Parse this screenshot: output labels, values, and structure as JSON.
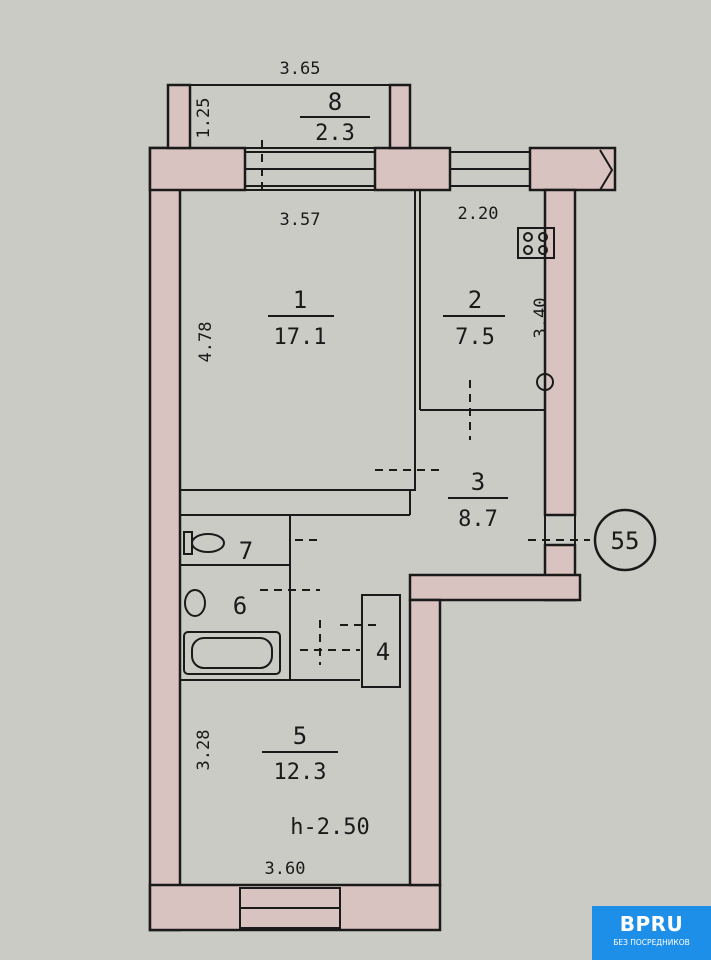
{
  "plan": {
    "balcony_width": "3.65",
    "balcony_depth": "1.25",
    "rooms": [
      {
        "number": "1",
        "area": "17.1",
        "width": "3.57",
        "length": "4.78"
      },
      {
        "number": "2",
        "area": "7.5",
        "width": "2.20",
        "length": "3.40"
      },
      {
        "number": "3",
        "area": "8.7"
      },
      {
        "number": "4"
      },
      {
        "number": "5",
        "area": "12.3",
        "width": "3.60",
        "length": "3.28"
      },
      {
        "number": "6"
      },
      {
        "number": "7"
      },
      {
        "number": "8",
        "area": "2.3"
      }
    ],
    "ceiling_height": "h-2.50",
    "apartment_number": "55"
  },
  "logo": {
    "title": "BPRU",
    "subtitle": "БЕЗ ПОСРЕДНИКОВ"
  },
  "colors": {
    "wall_fill": "#d9c3c0",
    "line": "#1a1a1a",
    "paper": "#cbcbc6",
    "logo_bg": "#1e8fe8"
  }
}
